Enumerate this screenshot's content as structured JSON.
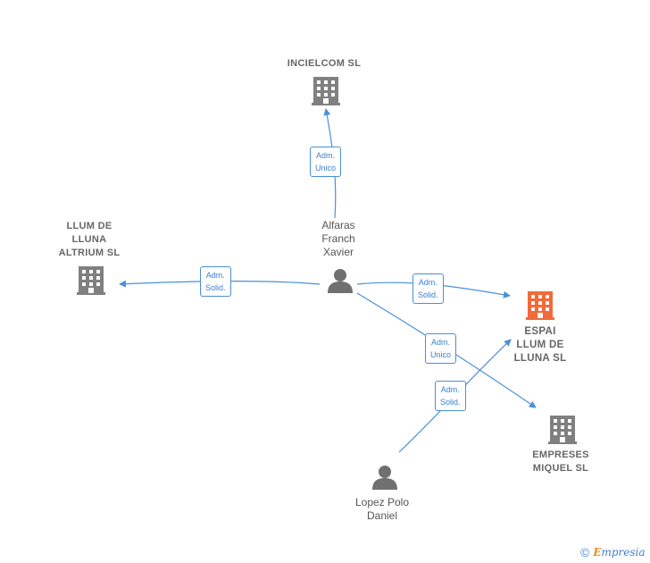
{
  "colors": {
    "edge": "#4a8fd8",
    "company_icon": "#808080",
    "main_company_icon": "#f26a3a",
    "person_icon": "#707070"
  },
  "nodes": {
    "incielcom": {
      "label": "INCIELCOM  SL",
      "icon": "building-icon"
    },
    "llum_altrium": {
      "label": "LLUM DE\nLLUNA\nALTRIUM SL",
      "icon": "building-icon"
    },
    "espai_llum": {
      "label": "ESPAI\nLLUM DE\nLLUNA  SL",
      "icon": "building-icon"
    },
    "empreses_miquel": {
      "label": "EMPRESES\nMIQUEL SL",
      "icon": "building-icon"
    },
    "alfaras": {
      "label": "Alfaras\nFranch\nXavier",
      "icon": "person-icon"
    },
    "lopez": {
      "label": "Lopez Polo\nDaniel",
      "icon": "person-icon"
    }
  },
  "edges": {
    "to_incielcom": {
      "label": "Adm.\nUnico"
    },
    "to_llum_altrium": {
      "label": "Adm.\nSolid."
    },
    "to_espai": {
      "label": "Adm.\nSolid."
    },
    "to_empreses": {
      "label": "Adm.\nUnico"
    },
    "lopez_to_espai": {
      "label": "Adm.\nSolid."
    }
  },
  "footer": {
    "copyright": "©",
    "brand_initial": "E",
    "brand_rest": "mpresia"
  }
}
